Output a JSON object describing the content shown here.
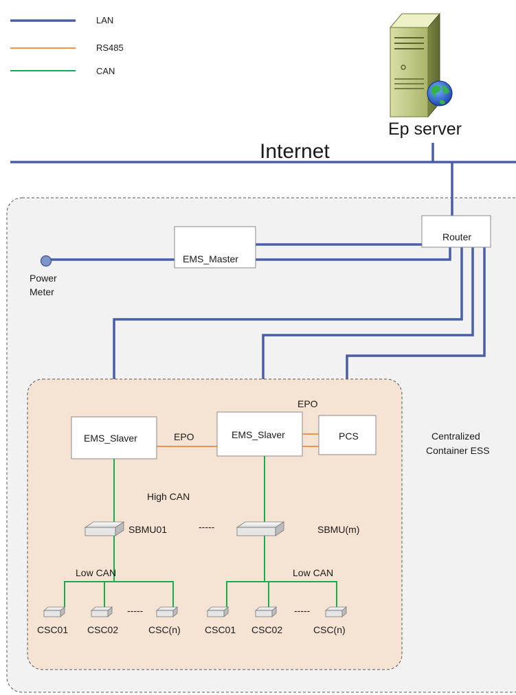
{
  "legend": {
    "lan": "LAN",
    "rs485": "RS485",
    "can": "CAN"
  },
  "colors": {
    "lan": "#4a5ea8",
    "rs485": "#f0944d",
    "can": "#12b04a",
    "container_fill": "#f2f2f2",
    "rack_fill": "#f5e3d3"
  },
  "server": {
    "label": "Ep server",
    "icon": "server-globe-icon"
  },
  "internet": {
    "label": "Internet"
  },
  "router": {
    "label": "Router"
  },
  "ems_master": {
    "label": "EMS_Master"
  },
  "power_meter": {
    "line1": "Power",
    "line2": "Meter"
  },
  "container": {
    "line1": "Centralized",
    "line2": "Container ESS"
  },
  "ems_slaver_1": {
    "label": "EMS_Slaver"
  },
  "ems_slaver_2": {
    "label": "EMS_Slaver"
  },
  "pcs": {
    "label": "PCS"
  },
  "epo_1": "EPO",
  "epo_2": "EPO",
  "high_can": "High  CAN",
  "sbmu_1": "SBMU01",
  "sbmu_dots": "-----",
  "sbmu_2": "SBMU(m)",
  "low_can_1": "Low CAN",
  "low_can_2": "Low CAN",
  "csc_group_1": {
    "a": "CSC01",
    "b": "CSC02",
    "dots": "-----",
    "c": "CSC(n)"
  },
  "csc_group_2": {
    "a": "CSC01",
    "b": "CSC02",
    "dots": "-----",
    "c": "CSC(n)"
  }
}
